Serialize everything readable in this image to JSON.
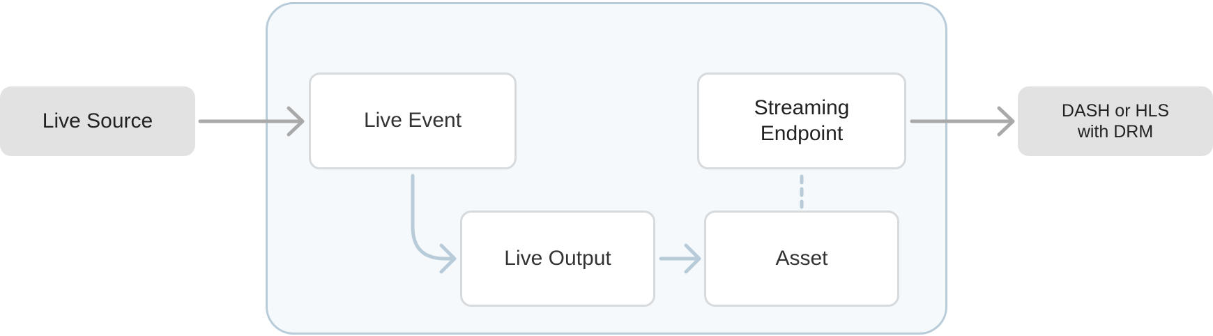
{
  "nodes": {
    "live_source": "Live Source",
    "live_event": "Live Event",
    "streaming_endpoint": [
      "Streaming",
      "Endpoint"
    ],
    "live_output": "Live Output",
    "asset": "Asset",
    "output": [
      "DASH or HLS",
      "with DRM"
    ]
  },
  "colors": {
    "container_fill": "#f5f9fc",
    "container_border": "#b7cbd9",
    "external_node_fill": "#e2e2e2",
    "node_border": "#d6dadd",
    "external_arrow": "#a9a9a9",
    "internal_arrow": "#b7cbd9"
  }
}
